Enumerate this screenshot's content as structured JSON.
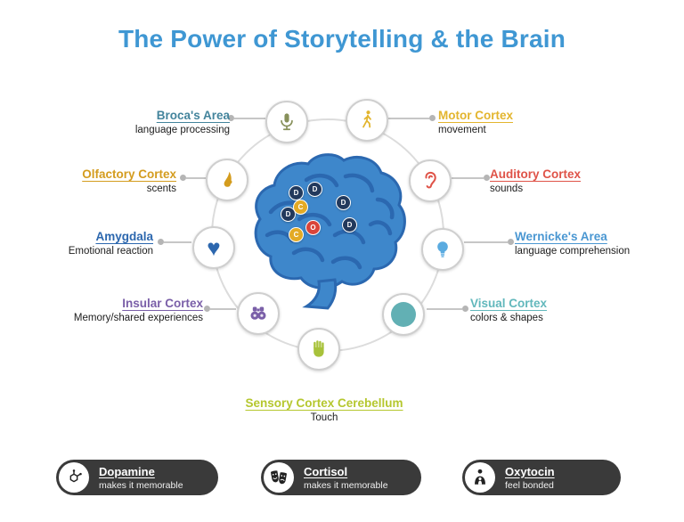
{
  "title": {
    "text": "The Power of Storytelling & the Brain",
    "color": "#3f97d3"
  },
  "regions": [
    {
      "name": "Broca's Area",
      "desc": "language processing",
      "color": "#43849c",
      "icon": "microphone",
      "icon_color": "#87905a"
    },
    {
      "name": "Motor Cortex",
      "desc": "movement",
      "color": "#e3b52e",
      "icon": "walking-person",
      "icon_color": "#e3b52e"
    },
    {
      "name": "Olfactory Cortex",
      "desc": "scents",
      "color": "#d49c1e",
      "icon": "nose",
      "icon_color": "#d49c1e"
    },
    {
      "name": "Auditory Cortex",
      "desc": "sounds",
      "color": "#df5348",
      "icon": "ear",
      "icon_color": "#df5348"
    },
    {
      "name": "Amygdala",
      "desc": "Emotional reaction",
      "color": "#2c67ae",
      "icon": "heart",
      "icon_color": "#2c67ae"
    },
    {
      "name": "Wernicke's Area",
      "desc": "language comprehension",
      "color": "#4a97d2",
      "icon": "lightbulb",
      "icon_color": "#5aabe0"
    },
    {
      "name": "Insular Cortex",
      "desc": "Memory/shared experiences",
      "color": "#7a5fa8",
      "icon": "binoculars",
      "icon_color": "#7a5fa8"
    },
    {
      "name": "Visual Cortex",
      "desc": "colors & shapes",
      "color": "#62b8bc",
      "icon": "eye-dot",
      "icon_color": "#62b0b4"
    },
    {
      "name": "Sensory Cortex Cerebellum",
      "desc": "Touch",
      "color": "#b5c72e",
      "icon": "hand",
      "icon_color": "#a8c23b"
    }
  ],
  "brain": {
    "fill": "#3e87cb",
    "line": "#2b68b0"
  },
  "markers": [
    {
      "letter": "D",
      "color": "#22395c"
    },
    {
      "letter": "D",
      "color": "#22395c"
    },
    {
      "letter": "D",
      "color": "#22395c"
    },
    {
      "letter": "D",
      "color": "#22395c"
    },
    {
      "letter": "D",
      "color": "#22395c"
    },
    {
      "letter": "C",
      "color": "#e3aa25"
    },
    {
      "letter": "C",
      "color": "#e3aa25"
    },
    {
      "letter": "O",
      "color": "#d9453a"
    }
  ],
  "chemicals": [
    {
      "name": "Dopamine",
      "desc": "makes it memorable",
      "icon": "dopamine-molecule"
    },
    {
      "name": "Cortisol",
      "desc": "makes it memorable",
      "icon": "theater-masks"
    },
    {
      "name": "Oxytocin",
      "desc": "feel bonded",
      "icon": "parent-child"
    }
  ]
}
